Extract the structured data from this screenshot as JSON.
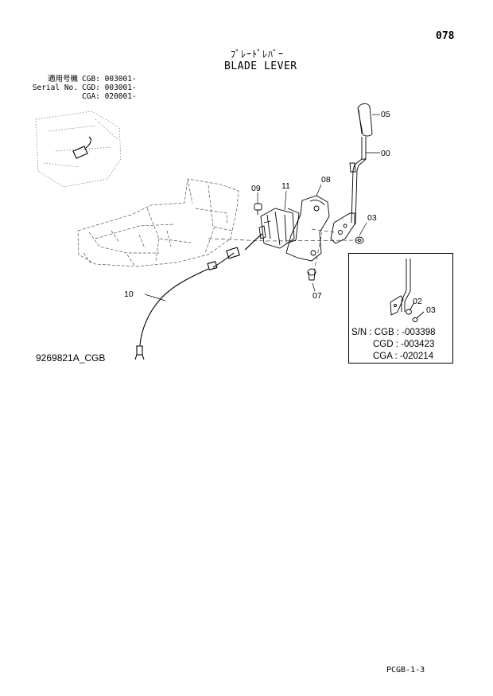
{
  "header": {
    "page_number": "078",
    "title_jp": "ﾌﾞﾚｰﾄﾞﾚﾊﾞｰ",
    "title_en": "BLADE LEVER"
  },
  "serial_block": {
    "label_jp": "適用号機",
    "label_en": "Serial No.",
    "entries": [
      {
        "model": "CGB:",
        "serial": "003001-"
      },
      {
        "model": "CGD:",
        "serial": "003001-"
      },
      {
        "model": "CGA:",
        "serial": "020001-"
      }
    ]
  },
  "callouts": {
    "c05": "05",
    "c00": "00",
    "c08": "08",
    "c11": "11",
    "c09": "09",
    "c03": "03",
    "c07": "07",
    "c10": "10",
    "inset_02": "02",
    "inset_03": "03"
  },
  "inset": {
    "sn_prefix": "S/N :",
    "lines": [
      {
        "model": "CGB",
        "serial": ": -003398"
      },
      {
        "model": "CGD",
        "serial": ": -003423"
      },
      {
        "model": "CGA",
        "serial": ": -020214"
      }
    ]
  },
  "footer": {
    "figure_code": "9269821A_CGB",
    "page_code": "PCGB-1-3"
  }
}
